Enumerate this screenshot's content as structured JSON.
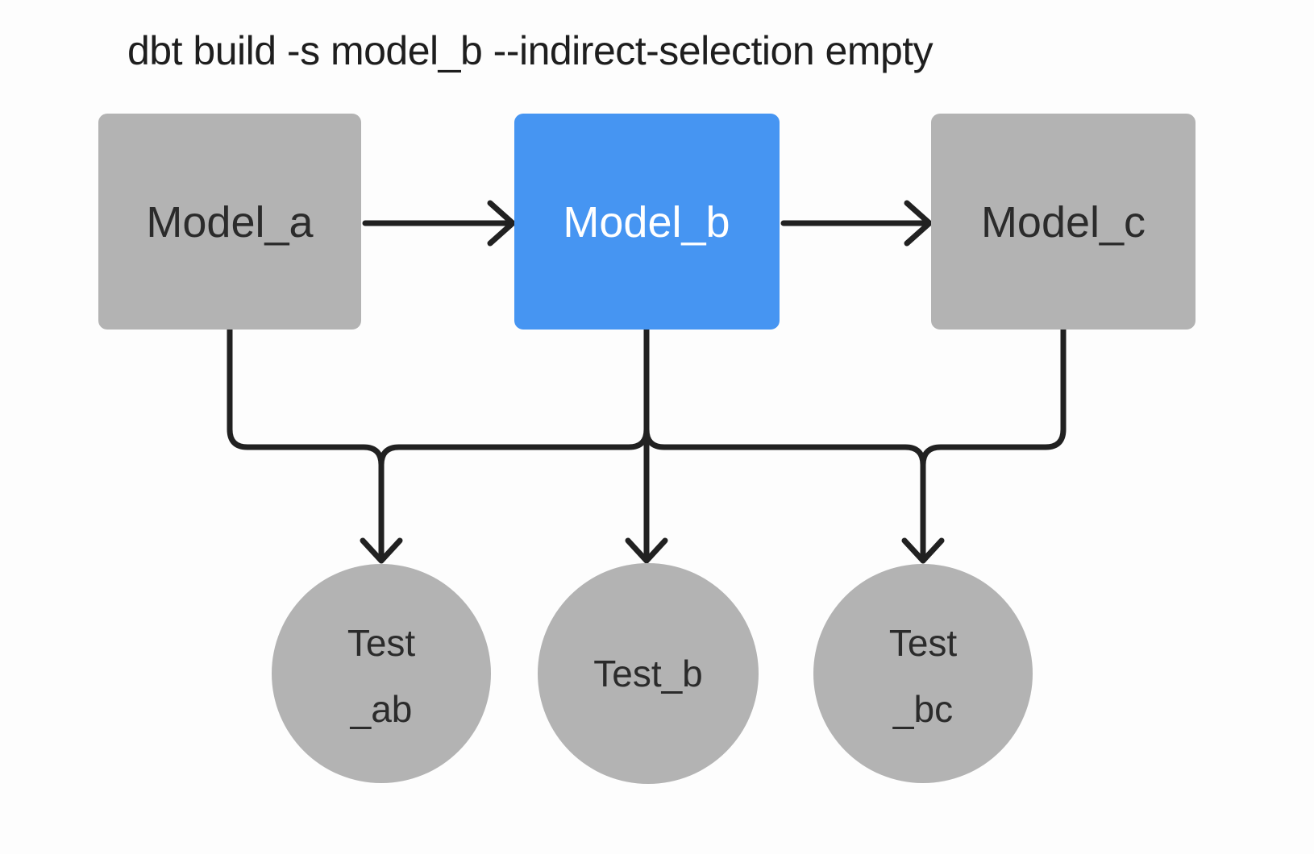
{
  "title": "dbt build -s model_b --indirect-selection empty",
  "colors": {
    "background": "#fdfdfd",
    "node_gray": "#b3b3b3",
    "node_blue": "#4695f2",
    "edge": "#212121",
    "title_text": "#1e1e1e",
    "label_dark": "#2b2b2b",
    "label_light": "#ffffff"
  },
  "nodes": {
    "model_a": {
      "label": "Model_a",
      "type": "model"
    },
    "model_b": {
      "label": "Model_b",
      "type": "model"
    },
    "model_c": {
      "label": "Model_c",
      "type": "model"
    },
    "test_ab": {
      "label_line1": "Test",
      "label_line2": "_ab",
      "type": "test"
    },
    "test_b": {
      "label": "Test_b",
      "type": "test"
    },
    "test_bc": {
      "label_line1": "Test",
      "label_line2": "_bc",
      "type": "test"
    }
  },
  "edges": [
    {
      "from": "model_a",
      "to": "model_b"
    },
    {
      "from": "model_b",
      "to": "model_c"
    },
    {
      "from": "model_a",
      "to": "test_ab"
    },
    {
      "from": "model_b",
      "to": "test_ab"
    },
    {
      "from": "model_b",
      "to": "test_b"
    },
    {
      "from": "model_b",
      "to": "test_bc"
    },
    {
      "from": "model_c",
      "to": "test_bc"
    }
  ]
}
